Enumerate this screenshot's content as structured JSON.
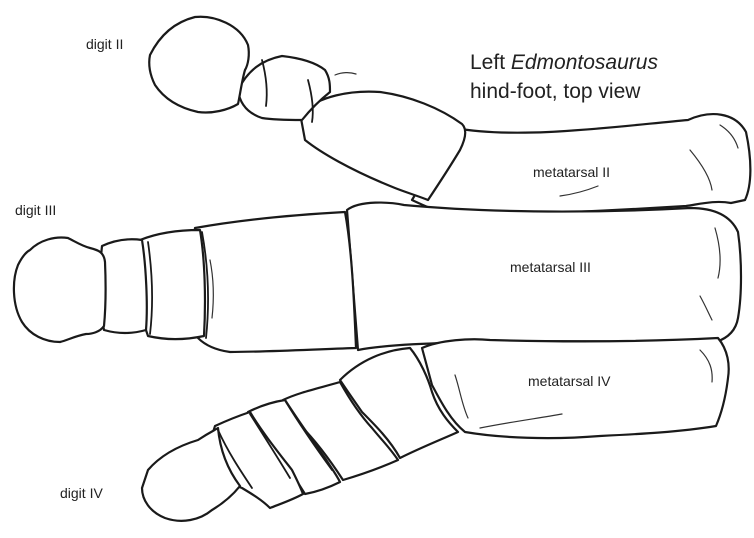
{
  "title": {
    "prefix": "Left",
    "genus": "Edmontosaurus",
    "line2": "hind-foot, top view"
  },
  "labels": {
    "digit_ii": "digit II",
    "digit_iii": "digit III",
    "digit_iv": "digit IV",
    "metatarsal_ii": "metatarsal II",
    "metatarsal_iii": "metatarsal III",
    "metatarsal_iv": "metatarsal IV"
  },
  "colors": {
    "outline": "#1a1a1a",
    "fill": "#ffffff",
    "text": "#222222"
  }
}
